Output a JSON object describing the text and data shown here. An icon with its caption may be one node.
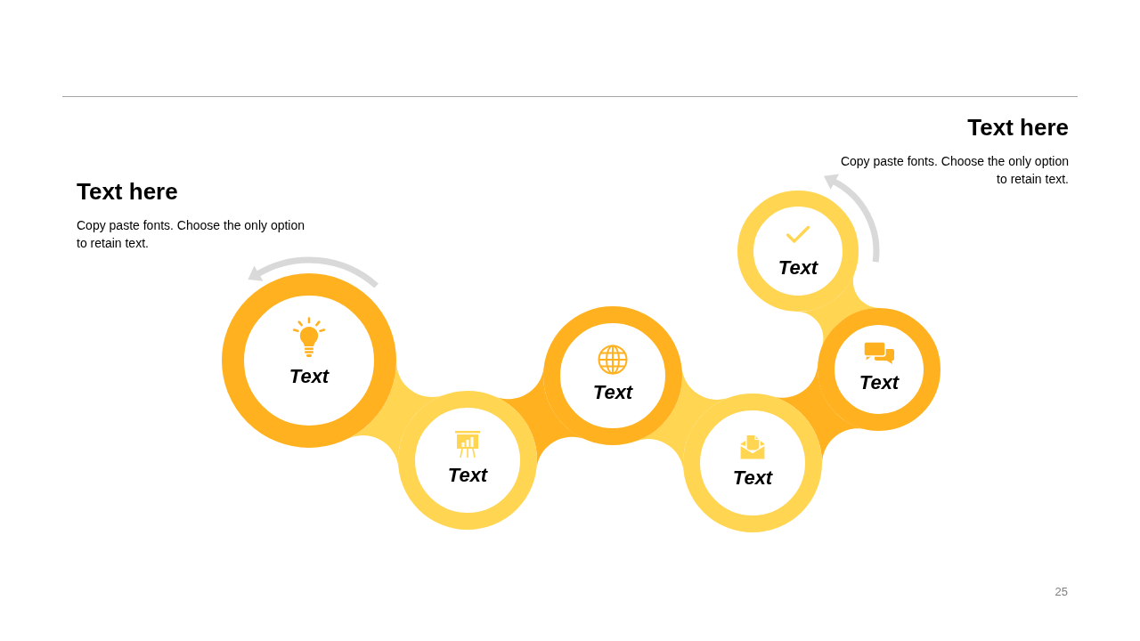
{
  "diagram": {
    "nodes": [
      {
        "text": [
          "Text"
        ]
      },
      {
        "text": [
          "Text"
        ]
      },
      {
        "text": [
          "Text"
        ]
      },
      {
        "text": [
          "Text"
        ]
      },
      {
        "text": [
          "Text"
        ]
      },
      {
        "text": [
          "Text"
        ]
      }
    ],
    "edges": [
      {
        "from": 0,
        "to": 1,
        "arrow": "none"
      },
      {
        "from": 1,
        "to": 2,
        "arrow": "none",
        "color": "#ffb11f"
      },
      {
        "from": 2,
        "to": 3,
        "arrow": "none"
      },
      {
        "from": 3,
        "to": 4,
        "arrow": "none",
        "color": "#ffb11f"
      },
      {
        "from": 4,
        "to": 5,
        "arrow": "none"
      }
    ],
    "labels": [
      "Text here",
      "Copy paste fonts. Choose the only option to retain text.",
      "Text here",
      "Copy paste fonts. Choose the only option to retain text.",
      "25"
    ]
  }
}
